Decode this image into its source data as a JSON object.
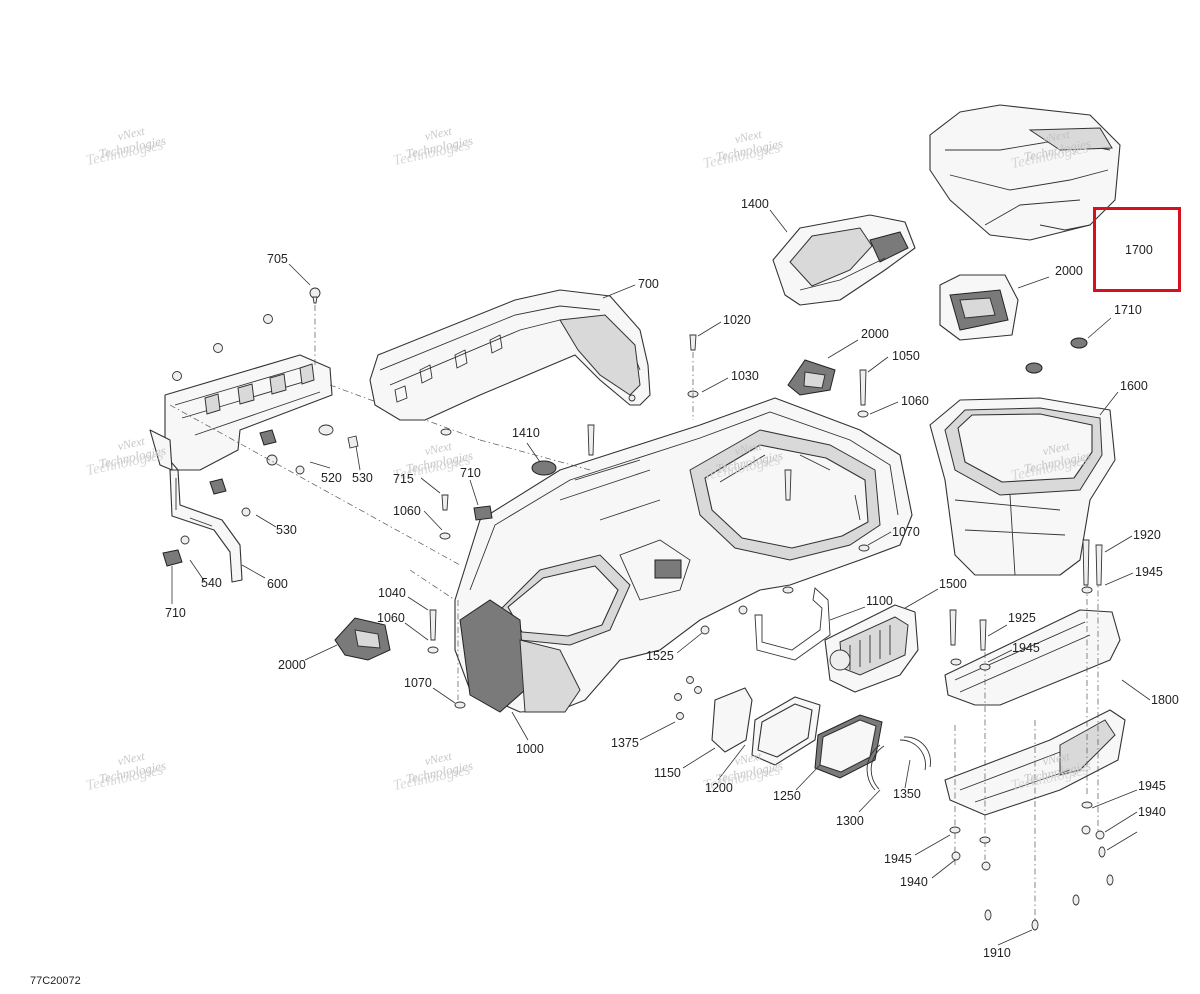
{
  "diagram": {
    "code": "77C20072",
    "watermark": {
      "line1": "vNext",
      "line2": "Technologies",
      "line3": "Technologies"
    },
    "highlight_color": "#d6111d",
    "highlighted_part": "1700",
    "callouts": {
      "c705": "705",
      "c700": "700",
      "c1400": "1400",
      "c1700": "1700",
      "c2000a": "2000",
      "c1020": "1020",
      "c1710": "1710",
      "c2000b": "2000",
      "c1050": "1050",
      "c1030": "1030",
      "c1600": "1600",
      "c1060a": "1060",
      "c1410": "1410",
      "c520": "520",
      "c530a": "530",
      "c715": "715",
      "c710a": "710",
      "c1060b": "1060",
      "c530b": "530",
      "c1070a": "1070",
      "c1920": "1920",
      "c600": "600",
      "c540": "540",
      "c710b": "710",
      "c1945a": "1945",
      "c1040": "1040",
      "c1500": "1500",
      "c1100": "1100",
      "c1060c": "1060",
      "c1925": "1925",
      "c1945b": "1945",
      "c2000c": "2000",
      "c1525": "1525",
      "c1070b": "1070",
      "c1800": "1800",
      "c1000": "1000",
      "c1375": "1375",
      "c1150": "1150",
      "c1200": "1200",
      "c1250": "1250",
      "c1350": "1350",
      "c1945c": "1945",
      "c1300": "1300",
      "c1940a": "1940",
      "c1945d": "1945",
      "c1940b": "1940",
      "c1910": "1910"
    }
  }
}
